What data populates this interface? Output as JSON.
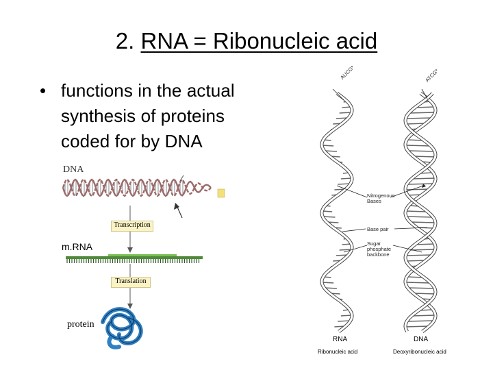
{
  "slide": {
    "title_number": "2.",
    "title_text": "RNA = Ribonucleic acid",
    "bullet_symbol": "•",
    "bullet_text": "functions in the actual synthesis of proteins coded for by DNA"
  },
  "left_figure": {
    "dna_label": "DNA",
    "transcription_label": "Transcription",
    "mrna_label": "m.RNA",
    "translation_label": "Translation",
    "protein_label": "protein",
    "colors": {
      "dna_strand": "#9c6a6a",
      "mrna": "#4f8a3a",
      "protein": "#2f7fc1",
      "box_fill": "#fbf3c5"
    }
  },
  "right_figure": {
    "rna_top_seq": "AUCG*",
    "dna_top_seq": "ATCG*",
    "callouts": [
      "Nitrogenous\nBases",
      "Base pair",
      "Sugar\nphosphate\nbackbone"
    ],
    "rna_label": "RNA",
    "rna_caption": "Ribonucleic acid",
    "dna_label": "DNA",
    "dna_caption": "Deoxyribonucleic acid"
  }
}
